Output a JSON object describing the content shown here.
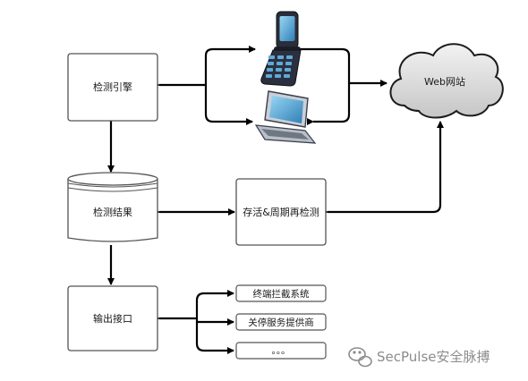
{
  "nodes": {
    "detection_engine": "检测引擎",
    "detection_results": "检测结果",
    "output_interface": "输出接口",
    "web_site": "Web网站",
    "recheck": "存活&周期再检测",
    "outputs": [
      "终端拦截系统",
      "关停服务提供商",
      "。。。"
    ]
  },
  "watermark": {
    "text": "SecPulse安全脉搏"
  },
  "colors": {
    "line": "#000000",
    "box_border": "#555555",
    "cloud_fill": "#d8d8d8"
  }
}
